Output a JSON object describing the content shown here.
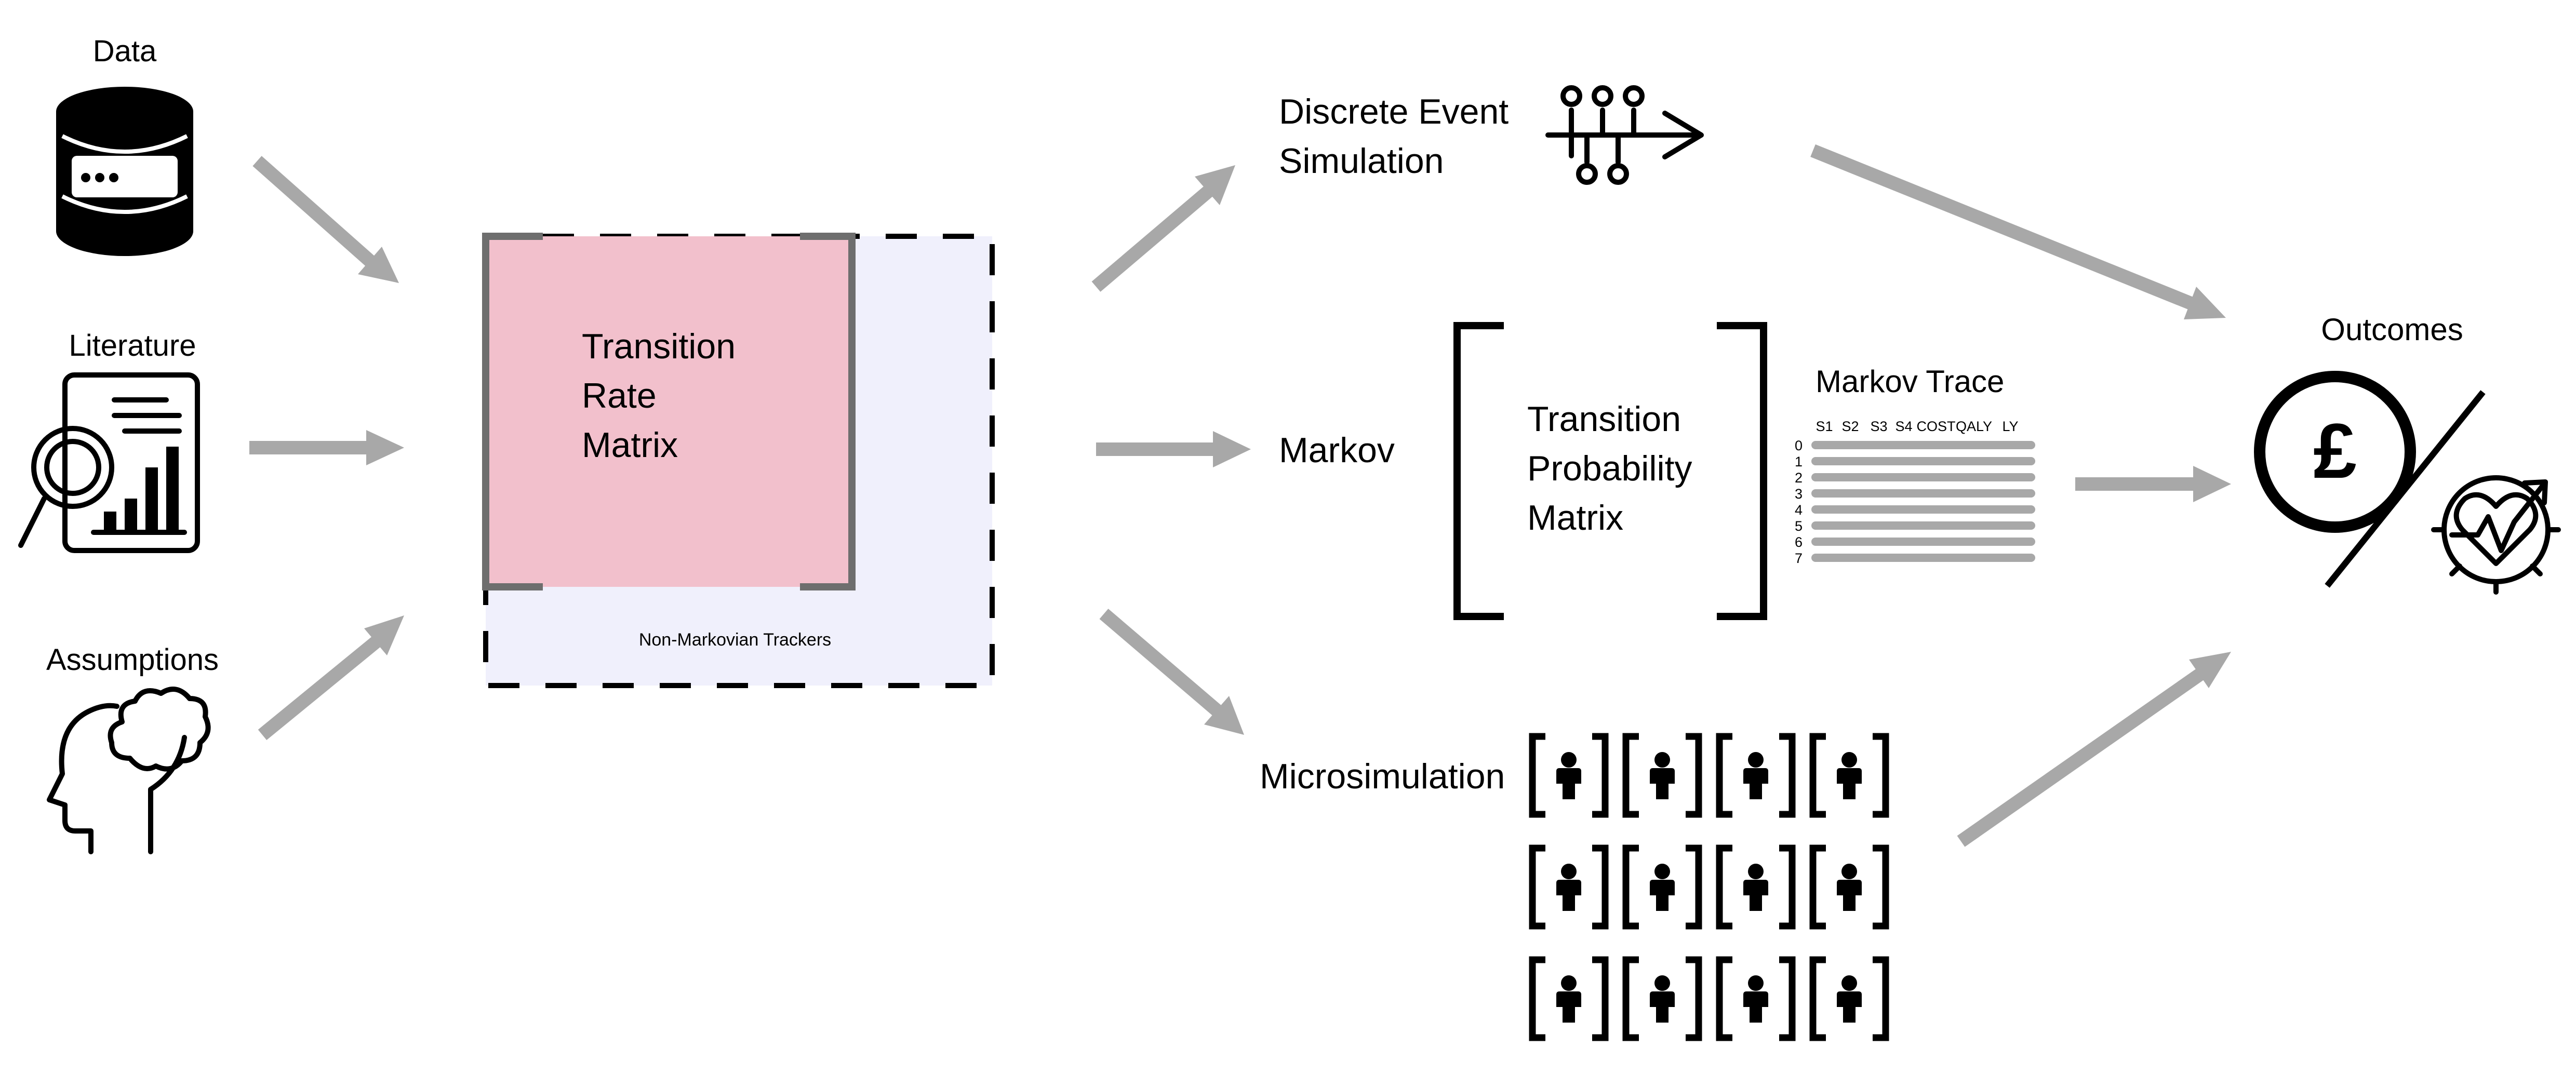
{
  "inputs": {
    "data_label": "Data",
    "literature_label": "Literature",
    "assumptions_label": "Assumptions"
  },
  "core": {
    "rate_matrix_lines": [
      "Transition",
      "Rate",
      "Matrix"
    ],
    "trackers_label": "Non-Markovian Trackers",
    "colors": {
      "rate_matrix_fill": "#f2c0cc",
      "trackers_fill": "#f0f0fc"
    }
  },
  "methods": {
    "des_lines": [
      "Discrete Event",
      "Simulation"
    ],
    "markov_label": "Markov",
    "tpm_lines": [
      "Transition",
      "Probability",
      "Matrix"
    ],
    "microsim_label": "Microsimulation"
  },
  "markov_trace": {
    "title": "Markov Trace",
    "columns": [
      "S1",
      "S2",
      "S3",
      "S4",
      "COST",
      "QALY",
      "LY"
    ],
    "rows": [
      "0",
      "1",
      "2",
      "3",
      "4",
      "5",
      "6",
      "7"
    ]
  },
  "outcomes": {
    "label": "Outcomes",
    "currency_symbol": "£"
  },
  "icons": [
    "database-icon",
    "literature-report-icon",
    "head-thought-icon",
    "event-timeline-icon",
    "person-icon",
    "pound-coin-icon",
    "heart-health-icon"
  ],
  "arrow_color": "#a8a8a8"
}
